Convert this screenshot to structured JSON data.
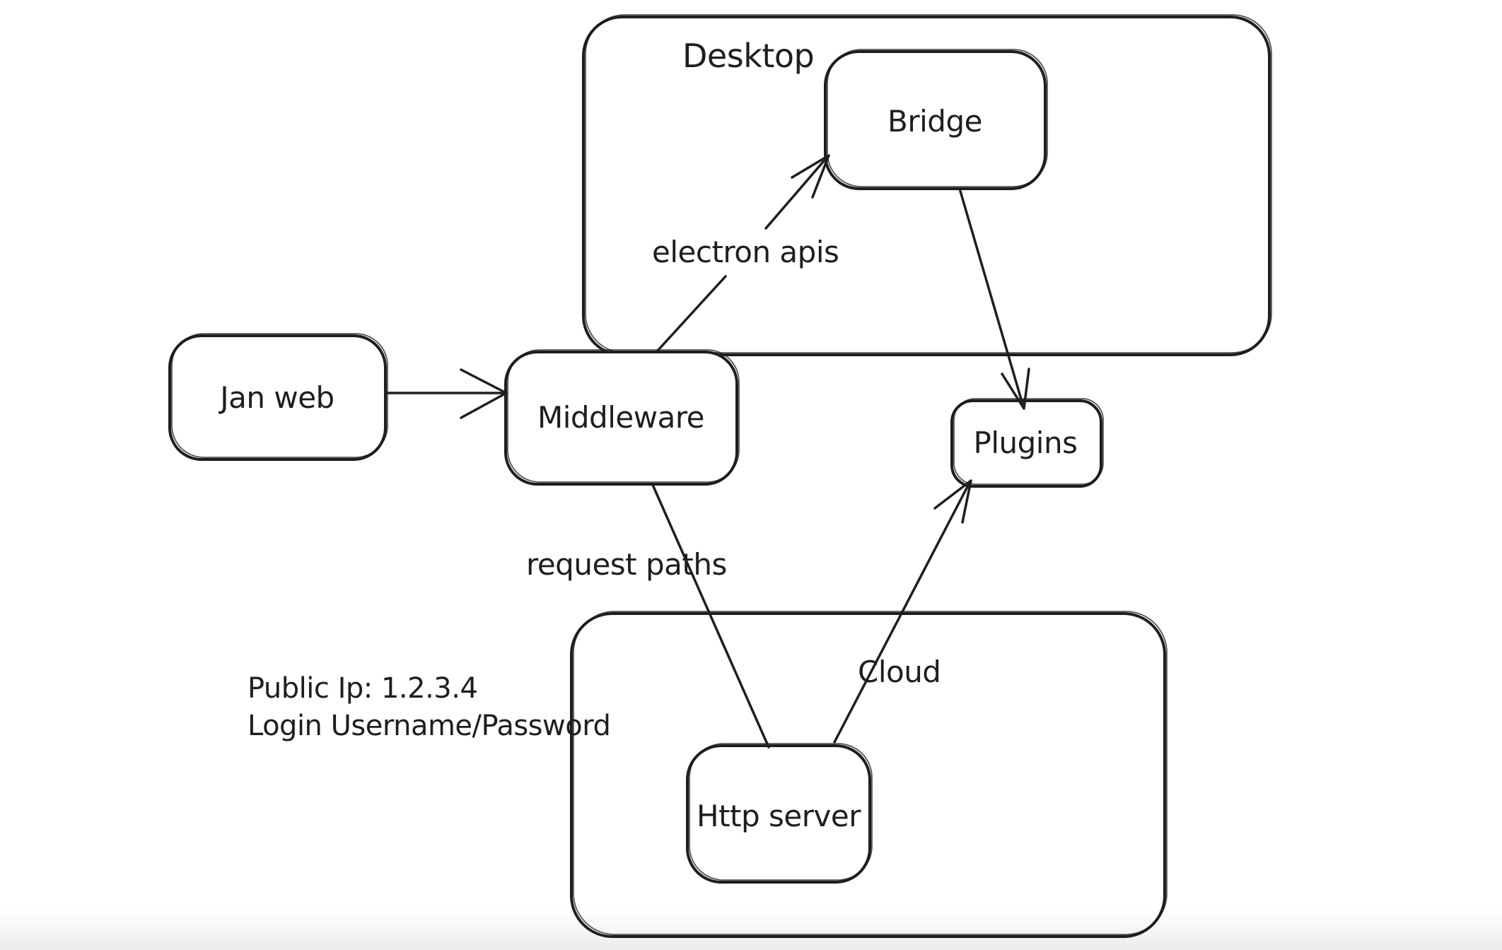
{
  "canvas": {
    "background": "#ffffff",
    "stroke_color": "#1e1e1e",
    "bottom_fade": "rgba(30,30,30,0.085)"
  },
  "nodes": {
    "desktop": {
      "label": "Desktop",
      "type": "container"
    },
    "cloud": {
      "label": "Cloud",
      "type": "container"
    },
    "jan_web": {
      "label": "Jan web",
      "type": "box"
    },
    "middleware": {
      "label": "Middleware",
      "type": "box"
    },
    "bridge": {
      "label": "Bridge",
      "type": "box"
    },
    "plugins": {
      "label": "Plugins",
      "type": "box"
    },
    "http_server": {
      "label": "Http server",
      "type": "box"
    }
  },
  "edges": [
    {
      "from": "jan_web",
      "to": "middleware",
      "label": "",
      "arrowhead": true
    },
    {
      "from": "middleware",
      "to": "bridge",
      "label": "electron apis",
      "arrowhead": true
    },
    {
      "from": "bridge",
      "to": "plugins",
      "label": "",
      "arrowhead": true
    },
    {
      "from": "http_server",
      "to": "plugins",
      "label": "",
      "arrowhead": true
    },
    {
      "from": "middleware",
      "to": "http_server",
      "label": "request paths",
      "arrowhead": false
    }
  ],
  "note": {
    "line1": "Public Ip: 1.2.3.4",
    "line2": "Login Username/Password"
  }
}
